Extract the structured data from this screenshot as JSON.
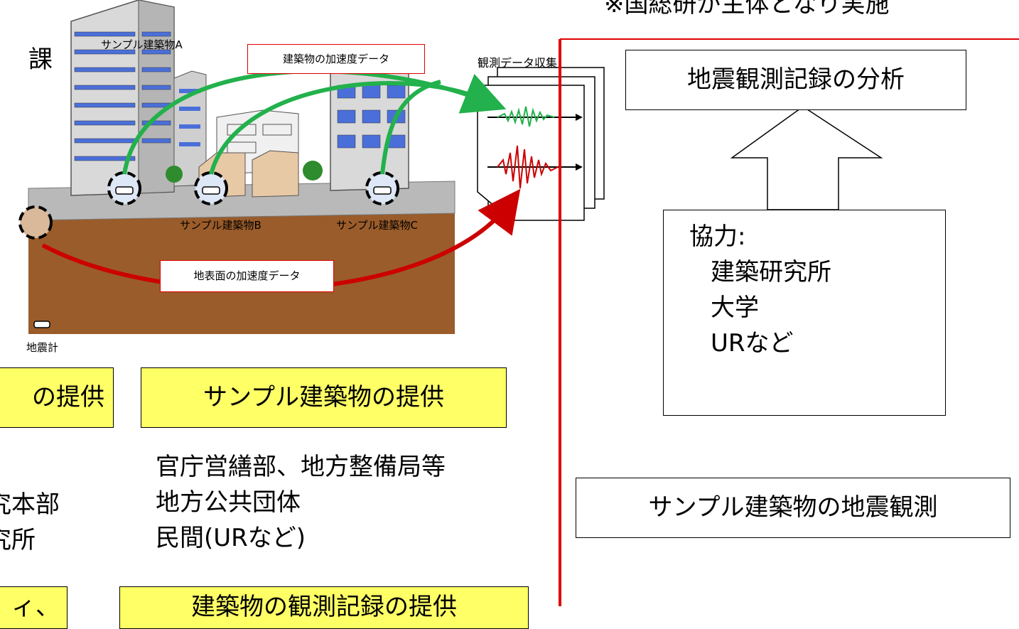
{
  "header_note": "※国総研が主体となり実施",
  "left_edge": {
    "char": "課"
  },
  "scene": {
    "building_a": "サンプル建築物A",
    "building_b": "サンプル建築物B",
    "building_c": "サンプル建築物C",
    "building_accel": "建築物の加速度データ",
    "ground_accel": "地表面の加速度データ",
    "data_collection": "観測データ収集",
    "seismometer": "地震計"
  },
  "boxes": {
    "partial_offer": "の提供",
    "sample_offer": "サンプル建築物の提供",
    "analysis": "地震観測記録の分析",
    "sample_observation": "サンプル建築物の地震観測",
    "partial_bottom_left": "ィ、",
    "partial_bottom": "建築物の観測記録の提供"
  },
  "providers": [
    "官庁営繕部、地方整備局等",
    "地方公共団体",
    "民間(URなど)"
  ],
  "left_partial_lines": [
    "究本部",
    "究所"
  ],
  "cooperation": {
    "title": "協力:",
    "members": [
      "建築研究所",
      "大学",
      "URなど"
    ]
  },
  "colors": {
    "green": "#22b14c",
    "red": "#cc0000",
    "yellow": "#ffff66",
    "border_red": "#e00000",
    "soil": "#9a5c2a"
  }
}
